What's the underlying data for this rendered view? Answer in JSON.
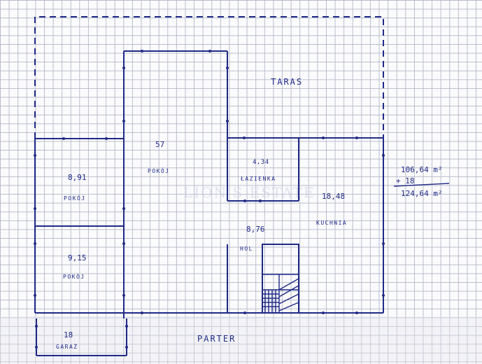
{
  "plan": {
    "floor_label": "PARTER",
    "terrace_label": "TARAS",
    "watermark": "LION'S ESTATE",
    "rooms": [
      {
        "id": "pokoj-large",
        "area": "57",
        "name": "POKÓJ"
      },
      {
        "id": "pokoj-upper-left",
        "area": "8,91",
        "name": "POKÓJ"
      },
      {
        "id": "pokoj-lower-left",
        "area": "9,15",
        "name": "POKÓJ"
      },
      {
        "id": "lazienka",
        "area": "4,34",
        "name": "ŁAZIENKA"
      },
      {
        "id": "kuchnia",
        "area": "18,48",
        "name": "KUCHNIA"
      },
      {
        "id": "hol",
        "area": "8,76",
        "name": "HOL"
      },
      {
        "id": "garaz",
        "area": "18",
        "name": "GARAŻ"
      }
    ],
    "sum": {
      "line1": "106,64 m²",
      "line2": "+ 18",
      "total": "124,64 m²"
    }
  }
}
